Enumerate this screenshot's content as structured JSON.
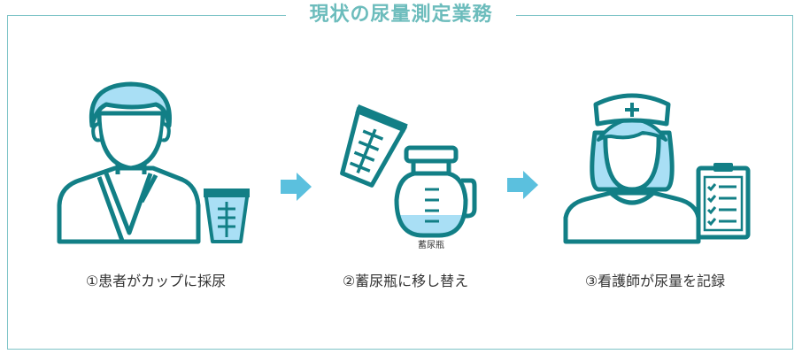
{
  "title": "現状の尿量測定業務",
  "steps": [
    {
      "label": "①患者がカップに採尿"
    },
    {
      "label": "②蓄尿瓶に移し替え"
    },
    {
      "label": "③看護師が尿量を記録"
    }
  ],
  "jar_label": "蓄尿瓶",
  "colors": {
    "primary": "#127f86",
    "light_blue": "#a9dff5",
    "arrow": "#5bc0de",
    "border": "#7ec4c7",
    "title": "#6cbcbc"
  },
  "icons": [
    "patient-icon",
    "urine-cup-icon",
    "arrow-right-icon",
    "tilted-cup-icon",
    "urine-jar-icon",
    "nurse-icon",
    "clipboard-checklist-icon"
  ]
}
